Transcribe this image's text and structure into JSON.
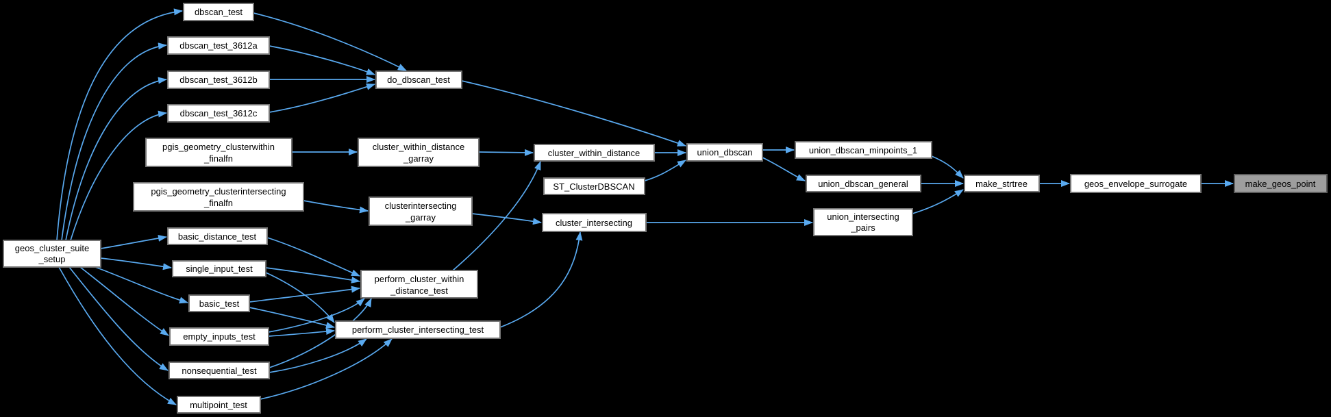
{
  "diagram": {
    "type": "call-graph",
    "colors": {
      "background": "#000000",
      "edge": "#59a9ef",
      "node_fill": "#ffffff",
      "node_border": "#757575",
      "highlight_fill": "#9e9e9e",
      "highlight_border": "#5c5c5c",
      "text": "#000000"
    },
    "highlighted_node": "make_geos_point",
    "nodes": [
      {
        "id": "geos_cluster_suite_setup",
        "label": "geos_cluster_suite_setup",
        "line1": "geos_cluster_suite",
        "line2": "_setup"
      },
      {
        "id": "dbscan_test",
        "label": "dbscan_test",
        "line1": "dbscan_test"
      },
      {
        "id": "dbscan_test_3612a",
        "label": "dbscan_test_3612a",
        "line1": "dbscan_test_3612a"
      },
      {
        "id": "dbscan_test_3612b",
        "label": "dbscan_test_3612b",
        "line1": "dbscan_test_3612b"
      },
      {
        "id": "dbscan_test_3612c",
        "label": "dbscan_test_3612c",
        "line1": "dbscan_test_3612c"
      },
      {
        "id": "pgis_geometry_clusterwithin_finalfn",
        "label": "pgis_geometry_clusterwithin_finalfn",
        "line1": "pgis_geometry_clusterwithin",
        "line2": "_finalfn"
      },
      {
        "id": "pgis_geometry_clusterintersecting_finalfn",
        "label": "pgis_geometry_clusterintersecting_finalfn",
        "line1": "pgis_geometry_clusterintersecting",
        "line2": "_finalfn"
      },
      {
        "id": "basic_distance_test",
        "label": "basic_distance_test",
        "line1": "basic_distance_test"
      },
      {
        "id": "single_input_test",
        "label": "single_input_test",
        "line1": "single_input_test"
      },
      {
        "id": "basic_test",
        "label": "basic_test",
        "line1": "basic_test"
      },
      {
        "id": "empty_inputs_test",
        "label": "empty_inputs_test",
        "line1": "empty_inputs_test"
      },
      {
        "id": "nonsequential_test",
        "label": "nonsequential_test",
        "line1": "nonsequential_test"
      },
      {
        "id": "multipoint_test",
        "label": "multipoint_test",
        "line1": "multipoint_test"
      },
      {
        "id": "do_dbscan_test",
        "label": "do_dbscan_test",
        "line1": "do_dbscan_test"
      },
      {
        "id": "cluster_within_distance_garray",
        "label": "cluster_within_distance_garray",
        "line1": "cluster_within_distance",
        "line2": "_garray"
      },
      {
        "id": "clusterintersecting_garray",
        "label": "clusterintersecting_garray",
        "line1": "clusterintersecting",
        "line2": "_garray"
      },
      {
        "id": "perform_cluster_within_distance_test",
        "label": "perform_cluster_within_distance_test",
        "line1": "perform_cluster_within",
        "line2": "_distance_test"
      },
      {
        "id": "perform_cluster_intersecting_test",
        "label": "perform_cluster_intersecting_test",
        "line1": "perform_cluster_intersecting_test"
      },
      {
        "id": "cluster_within_distance",
        "label": "cluster_within_distance",
        "line1": "cluster_within_distance"
      },
      {
        "id": "ST_ClusterDBSCAN",
        "label": "ST_ClusterDBSCAN",
        "line1": "ST_ClusterDBSCAN"
      },
      {
        "id": "cluster_intersecting",
        "label": "cluster_intersecting",
        "line1": "cluster_intersecting"
      },
      {
        "id": "union_dbscan",
        "label": "union_dbscan",
        "line1": "union_dbscan"
      },
      {
        "id": "union_dbscan_minpoints_1",
        "label": "union_dbscan_minpoints_1",
        "line1": "union_dbscan_minpoints_1"
      },
      {
        "id": "union_dbscan_general",
        "label": "union_dbscan_general",
        "line1": "union_dbscan_general"
      },
      {
        "id": "union_intersecting_pairs",
        "label": "union_intersecting_pairs",
        "line1": "union_intersecting",
        "line2": "_pairs"
      },
      {
        "id": "make_strtree",
        "label": "make_strtree",
        "line1": "make_strtree"
      },
      {
        "id": "geos_envelope_surrogate",
        "label": "geos_envelope_surrogate",
        "line1": "geos_envelope_surrogate"
      },
      {
        "id": "make_geos_point",
        "label": "make_geos_point",
        "line1": "make_geos_point"
      }
    ],
    "edges": [
      {
        "from": "geos_cluster_suite_setup",
        "to": "dbscan_test"
      },
      {
        "from": "geos_cluster_suite_setup",
        "to": "dbscan_test_3612a"
      },
      {
        "from": "geos_cluster_suite_setup",
        "to": "dbscan_test_3612b"
      },
      {
        "from": "geos_cluster_suite_setup",
        "to": "dbscan_test_3612c"
      },
      {
        "from": "geos_cluster_suite_setup",
        "to": "basic_distance_test"
      },
      {
        "from": "geos_cluster_suite_setup",
        "to": "single_input_test"
      },
      {
        "from": "geos_cluster_suite_setup",
        "to": "basic_test"
      },
      {
        "from": "geos_cluster_suite_setup",
        "to": "empty_inputs_test"
      },
      {
        "from": "geos_cluster_suite_setup",
        "to": "nonsequential_test"
      },
      {
        "from": "geos_cluster_suite_setup",
        "to": "multipoint_test"
      },
      {
        "from": "dbscan_test",
        "to": "do_dbscan_test"
      },
      {
        "from": "dbscan_test_3612a",
        "to": "do_dbscan_test"
      },
      {
        "from": "dbscan_test_3612b",
        "to": "do_dbscan_test"
      },
      {
        "from": "dbscan_test_3612c",
        "to": "do_dbscan_test"
      },
      {
        "from": "do_dbscan_test",
        "to": "union_dbscan"
      },
      {
        "from": "pgis_geometry_clusterwithin_finalfn",
        "to": "cluster_within_distance_garray"
      },
      {
        "from": "cluster_within_distance_garray",
        "to": "cluster_within_distance"
      },
      {
        "from": "pgis_geometry_clusterintersecting_finalfn",
        "to": "clusterintersecting_garray"
      },
      {
        "from": "clusterintersecting_garray",
        "to": "cluster_intersecting"
      },
      {
        "from": "cluster_within_distance",
        "to": "union_dbscan"
      },
      {
        "from": "ST_ClusterDBSCAN",
        "to": "union_dbscan"
      },
      {
        "from": "union_dbscan",
        "to": "union_dbscan_minpoints_1"
      },
      {
        "from": "union_dbscan",
        "to": "union_dbscan_general"
      },
      {
        "from": "union_dbscan_minpoints_1",
        "to": "make_strtree"
      },
      {
        "from": "union_dbscan_general",
        "to": "make_strtree"
      },
      {
        "from": "cluster_intersecting",
        "to": "union_intersecting_pairs"
      },
      {
        "from": "union_intersecting_pairs",
        "to": "make_strtree"
      },
      {
        "from": "make_strtree",
        "to": "geos_envelope_surrogate"
      },
      {
        "from": "geos_envelope_surrogate",
        "to": "make_geos_point"
      },
      {
        "from": "perform_cluster_within_distance_test",
        "to": "cluster_within_distance"
      },
      {
        "from": "perform_cluster_intersecting_test",
        "to": "cluster_intersecting"
      },
      {
        "from": "basic_distance_test",
        "to": "perform_cluster_within_distance_test"
      },
      {
        "from": "single_input_test",
        "to": "perform_cluster_within_distance_test"
      },
      {
        "from": "basic_test",
        "to": "perform_cluster_within_distance_test"
      },
      {
        "from": "empty_inputs_test",
        "to": "perform_cluster_within_distance_test"
      },
      {
        "from": "nonsequential_test",
        "to": "perform_cluster_within_distance_test"
      },
      {
        "from": "single_input_test",
        "to": "perform_cluster_intersecting_test"
      },
      {
        "from": "basic_test",
        "to": "perform_cluster_intersecting_test"
      },
      {
        "from": "empty_inputs_test",
        "to": "perform_cluster_intersecting_test"
      },
      {
        "from": "nonsequential_test",
        "to": "perform_cluster_intersecting_test"
      },
      {
        "from": "multipoint_test",
        "to": "perform_cluster_intersecting_test"
      }
    ]
  }
}
